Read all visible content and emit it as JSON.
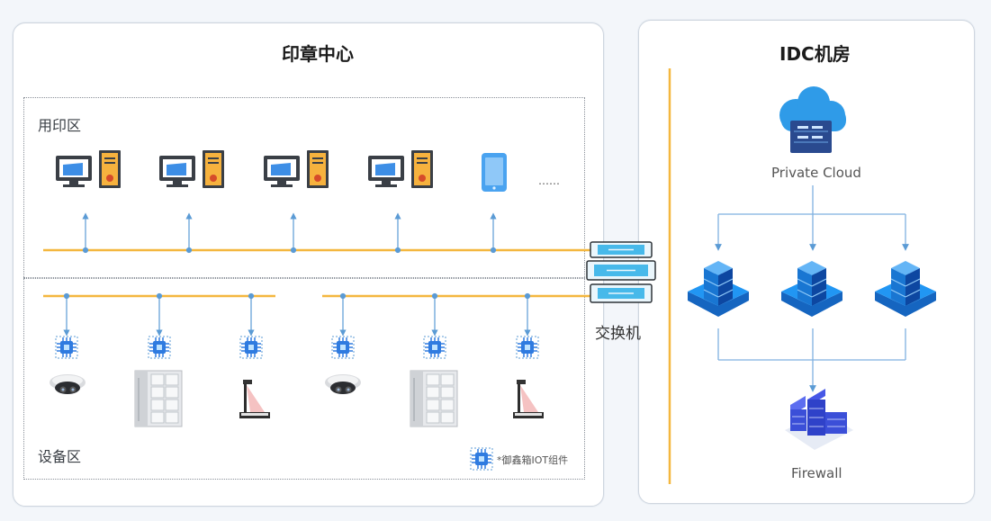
{
  "left_panel": {
    "title": "印章中心"
  },
  "zone_usage": {
    "label": "用印区"
  },
  "zone_devices": {
    "label": "设备区"
  },
  "ellipsis": "……",
  "switch_label": "交换机",
  "legend_text": "*御鑫箱IOT组件",
  "right_panel": {
    "title": "IDC机房"
  },
  "private_cloud_label": "Private Cloud",
  "firewall_label": "Firewall",
  "colors": {
    "bus_line": "#f4b73f",
    "connector": "#5b9bd5",
    "server_blue": "#1e88e5",
    "switch_cyan": "#3fb8e8",
    "firewall_purple": "#3b4fd8"
  }
}
